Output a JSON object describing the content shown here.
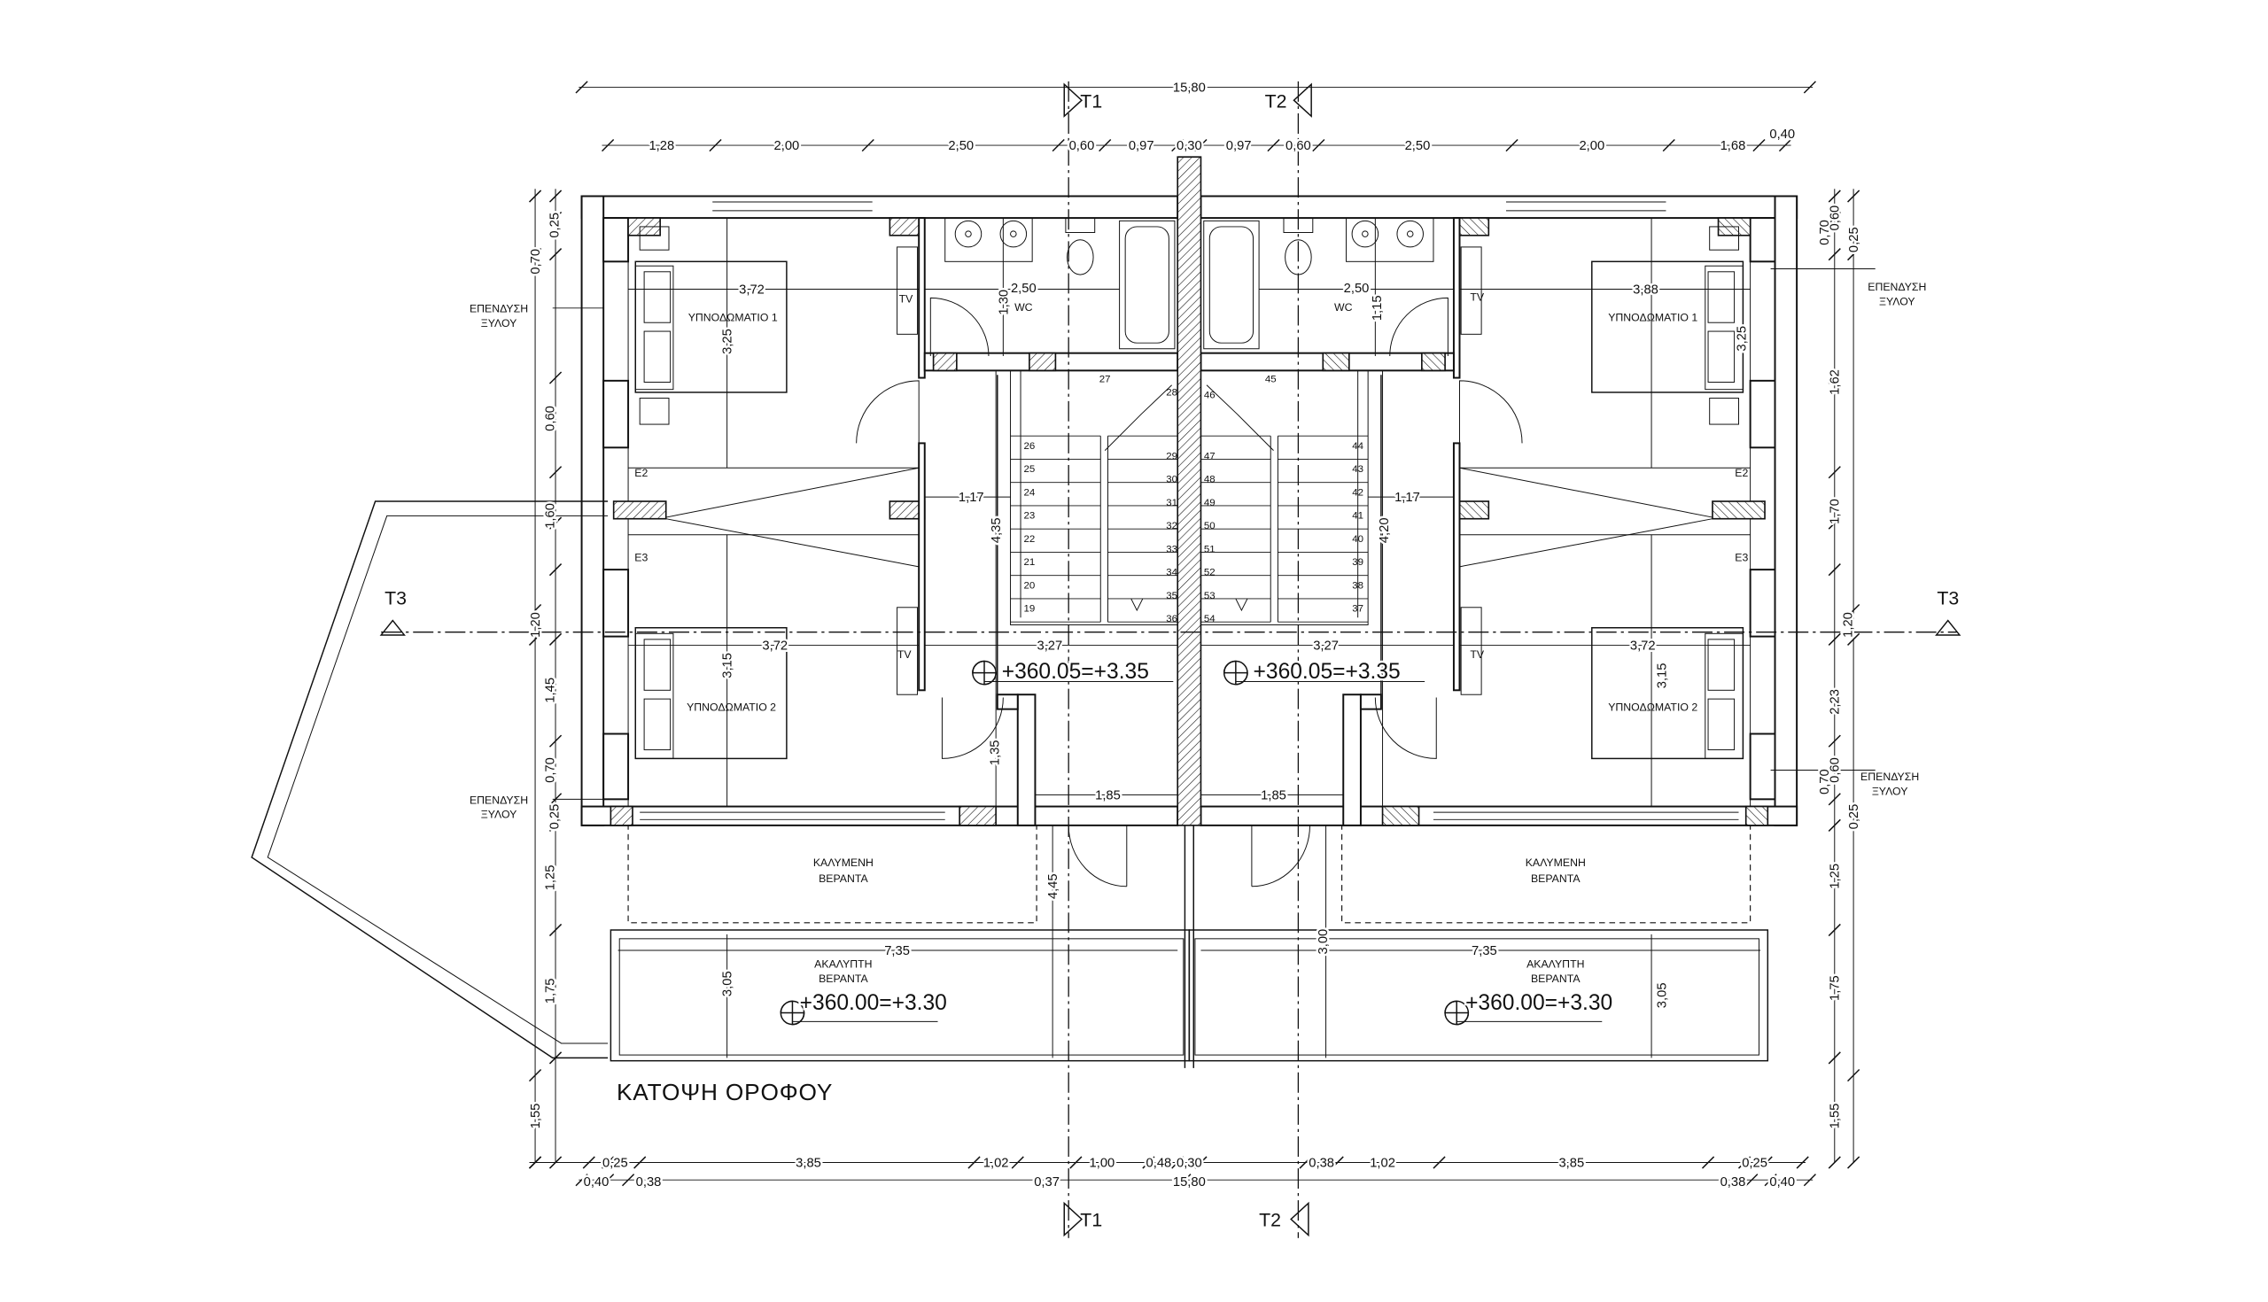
{
  "title": "ΚΑΤΟΨΗ ΟΡΟΦΟΥ",
  "markers": {
    "t1": "T1",
    "t2": "T2",
    "t3": "T3"
  },
  "rooms": {
    "bedroom_1": "ΥΠΝΟΔΩΜΑΤΙΟ 1",
    "bedroom_2": "ΥΠΝΟΔΩΜΑΤΙΟ 2",
    "wc": "WC",
    "tv": "TV",
    "covered_veranda": [
      "ΚΑΛΥΜΕΝΗ",
      "ΒΕΡΑΝΤΑ"
    ],
    "open_veranda": [
      "ΑΚΑΛΥΠΤΗ",
      "ΒΕΡΑΝΤΑ"
    ],
    "cladding": [
      "ΕΠΕΝΔΥΣΗ",
      "ΞΥΛΟΥ"
    ],
    "e2": "E2",
    "e3": "E3"
  },
  "levels": {
    "floor": "+360.05=+3.35",
    "veranda": "+360.00=+3.30"
  },
  "dims": {
    "overall": "15,80",
    "top": [
      "1,28",
      "2,00",
      "2,50",
      "0,60",
      "0,97",
      "0,30",
      "0,97",
      "0,60",
      "2,50",
      "2,00",
      "1,68",
      "0,40"
    ],
    "left": [
      "0,25",
      "0,70",
      "0,60",
      "1,60",
      "1,20",
      "1,45",
      "0,70",
      "0,25",
      "1,25",
      "1,75",
      "1,55"
    ],
    "right": [
      "0,60",
      "0,70",
      "0,25",
      "1,62",
      "1,70",
      "1,20",
      "2,23",
      "0,70",
      "0,60",
      "0,25",
      "1,25",
      "1,75",
      "1,55"
    ],
    "interior": [
      "3,72",
      "2,50",
      "2,50",
      "3,88",
      "3,25",
      "1,30",
      "1,15",
      "3,25",
      "1,17",
      "1,17",
      "4,35",
      "4,20",
      "3,72",
      "3,27",
      "3,27",
      "3,72",
      "3,15",
      "3,15",
      "1,35",
      "1,85",
      "1,85",
      "4,45",
      "3,00",
      "7,35",
      "7,35",
      "3,05",
      "3,05"
    ],
    "bottom": [
      "0,25",
      "3,85",
      "1,02",
      "1,00",
      "0,48",
      "0,30",
      "0,38",
      "1,02",
      "3,85",
      "0,25"
    ],
    "bottom2": [
      "0,40",
      "0,38",
      "0,37",
      "15,80",
      "0,38",
      "0,40"
    ]
  },
  "stairs": {
    "a": [
      "26",
      "25",
      "24",
      "23",
      "22",
      "21",
      "20",
      "19"
    ],
    "b": [
      "27",
      "28"
    ],
    "c": [
      "29",
      "30",
      "31",
      "32",
      "33",
      "34",
      "35",
      "36"
    ],
    "d": [
      "46",
      "47",
      "48",
      "49",
      "50",
      "51",
      "52",
      "53",
      "54"
    ],
    "e": [
      "45"
    ],
    "f": [
      "44",
      "43",
      "42",
      "41",
      "40",
      "39",
      "38",
      "37"
    ]
  }
}
